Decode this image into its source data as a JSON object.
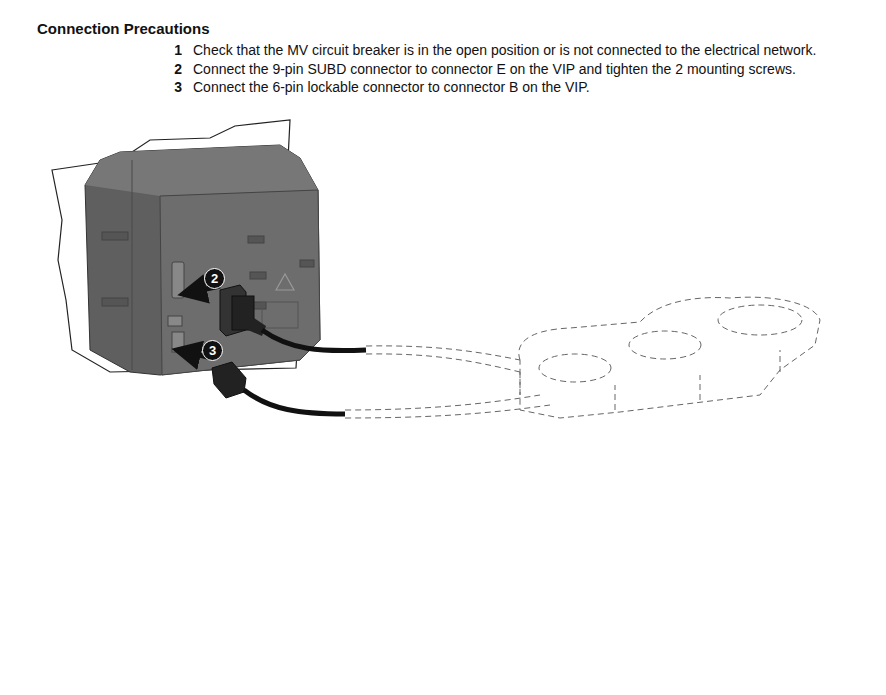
{
  "diagram": {
    "title": "Connection Precautions",
    "nodes": [
      {
        "text": [
          "2"
        ]
      },
      {
        "text": [
          "3"
        ]
      }
    ],
    "labels": [
      "1",
      "Check that the MV circuit breaker is in the open position or is not connected to the electrical network.",
      "2",
      "Connect the 9-pin SUBD connector to connector E on the VIP and tighten the 2 mounting screws.",
      "3",
      "Connect the 6-pin lockable connector to connector B on the VIP."
    ]
  }
}
